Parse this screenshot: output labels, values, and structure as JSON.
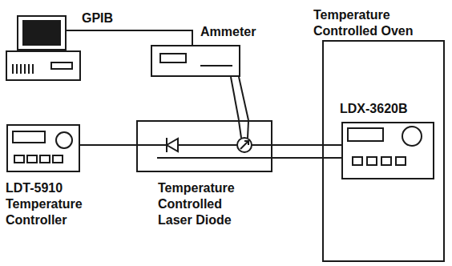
{
  "diagram": {
    "nodes": [
      {
        "text": [
          "Temperature Controlled Oven"
        ]
      },
      {
        "text": [
          "LDX-3620B"
        ],
        "in": 0
      },
      {
        "text": [
          "Ammeter"
        ]
      },
      {
        "text": [
          "LDT-5910 Temperature Controller"
        ]
      },
      {
        "text": [
          "Temperature Controlled Laser Diode"
        ]
      }
    ],
    "edges": [
      {
        "from": 2,
        "to": 4,
        "arrow": "none"
      },
      {
        "from": 2,
        "to": 4,
        "arrow": "none"
      },
      {
        "from": 3,
        "to": 4,
        "arrow": "none"
      },
      {
        "from": 4,
        "to": 1,
        "arrow": "none"
      },
      {
        "from": 4,
        "to": 1,
        "arrow": "none"
      }
    ],
    "labels": [
      "GPIB"
    ]
  }
}
